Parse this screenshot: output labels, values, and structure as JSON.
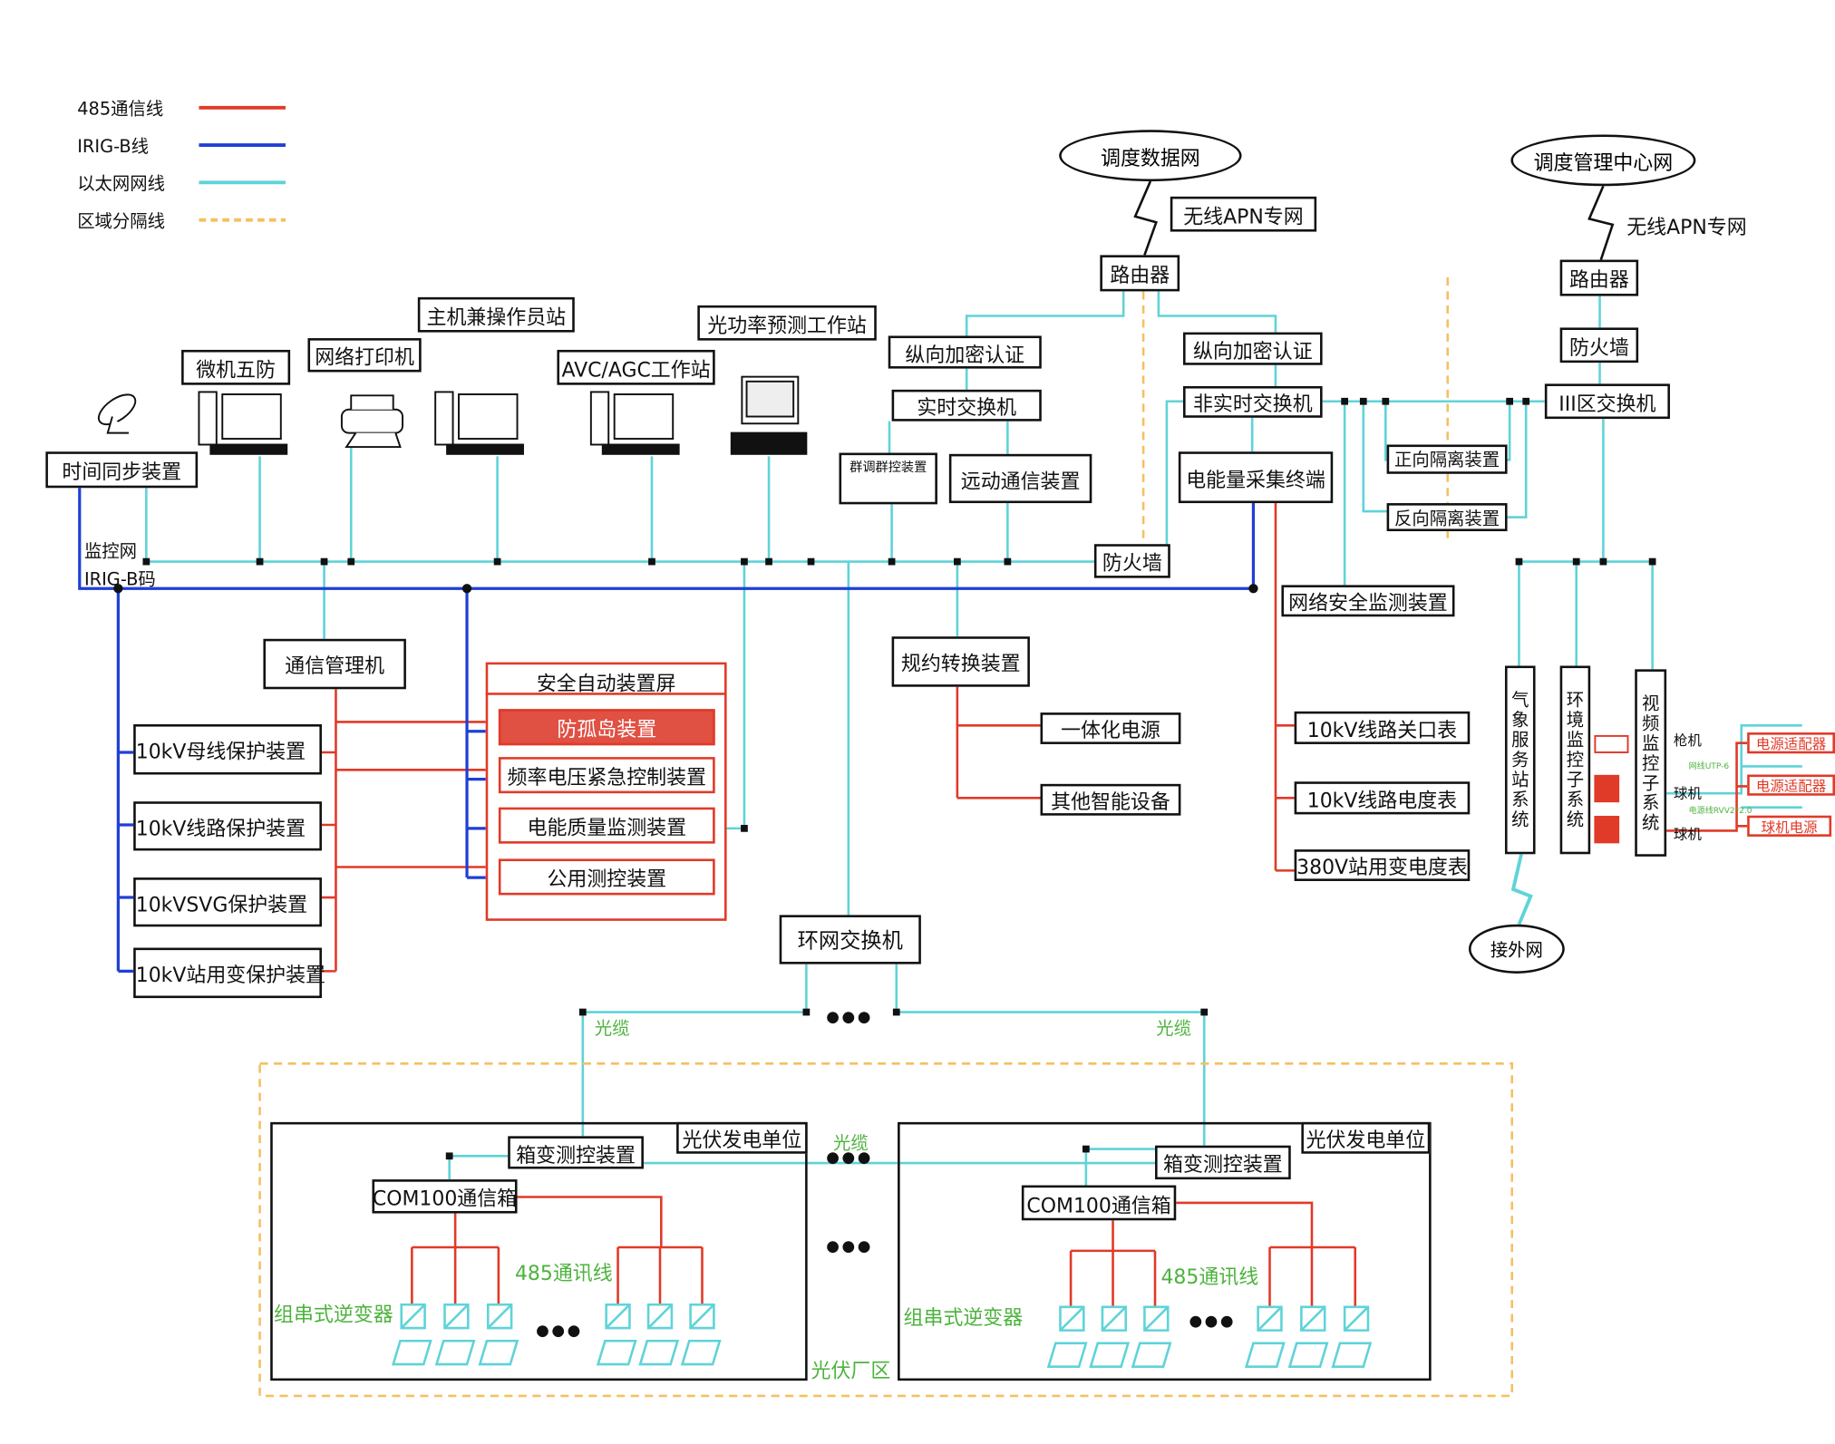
{
  "legend": [
    {
      "label": "485通信线",
      "color": "#e03a28",
      "style": "solid"
    },
    {
      "label": "IRIG-B线",
      "color": "#1f3fd6",
      "style": "solid"
    },
    {
      "label": "以太网网线",
      "color": "#5fd3d8",
      "style": "solid"
    },
    {
      "label": "区域分隔线",
      "color": "#f5c060",
      "style": "dashed"
    }
  ],
  "networks": {
    "dispatch_data": "调度数据网",
    "dispatch_mgmt": "调度管理中心网",
    "external": "接外网",
    "apn1": "无线APN专网",
    "apn2": "无线APN专网"
  },
  "zone2": {
    "router": "路由器",
    "enc_rt": "纵向加密认证",
    "rt_switch": "实时交换机",
    "group_ctrl": "群调群控装置",
    "telecontrol": "远动通信装置",
    "enc_nrt": "纵向加密认证",
    "nrt_switch": "非实时交换机",
    "energy_terminal": "电能量采集终端",
    "firewall": "防火墙",
    "net_sec": "网络安全监测装置"
  },
  "zone3": {
    "router": "路由器",
    "firewall": "防火墙",
    "switch": "III区交换机",
    "fwd_iso": "正向隔离装置",
    "rev_iso": "反向隔离装置",
    "weather": "气象服务站系统",
    "env": "环境监控子系统",
    "video": "视频监控子系统",
    "gun_cam": "枪机",
    "dome_cam1": "球机",
    "dome_cam2": "球机",
    "utp": "网线UTP-6",
    "rvv": "电源线RVV2*2.0",
    "adapter1": "电源适配器",
    "adapter2": "电源适配器",
    "dome_power": "球机电源"
  },
  "station": {
    "host": "主机兼操作员站",
    "forecast": "光功率预测工作站",
    "printer": "网络打印机",
    "five_prev": "微机五防",
    "avc": "AVC/AGC工作站",
    "time_sync": "时间同步装置",
    "monitor_net": "监控网",
    "irigb": "IRIG-B码",
    "comm_mgr": "通信管理机",
    "prot": [
      "10kV母线保护装置",
      "10kV线路保护装置",
      "10kVSVG保护装置",
      "10kV站用变保护装置"
    ],
    "safety_panel": "安全自动装置屏",
    "anti_island": "防孤岛装置",
    "freq_volt": "频率电压紧急控制装置",
    "pq": "电能质量监测装置",
    "common_mc": "公用测控装置",
    "protocol": "规约转换装置",
    "ups": "一体化电源",
    "other_ied": "其他智能设备",
    "meters": [
      "10kV线路关口表",
      "10kV线路电度表",
      "380V站用变电度表"
    ],
    "ring_switch": "环网交换机"
  },
  "field": {
    "fiber": "光缆",
    "zone": "光伏厂区",
    "dots": "●●●",
    "units": [
      {
        "title": "光伏发电单位",
        "box_ctrl": "箱变测控装置",
        "com": "COM100通信箱",
        "rs485": "485通讯线",
        "inverter": "组串式逆变器"
      },
      {
        "title": "光伏发电单位",
        "box_ctrl": "箱变测控装置",
        "com": "COM100通信箱",
        "rs485": "485通讯线",
        "inverter": "组串式逆变器"
      }
    ]
  }
}
